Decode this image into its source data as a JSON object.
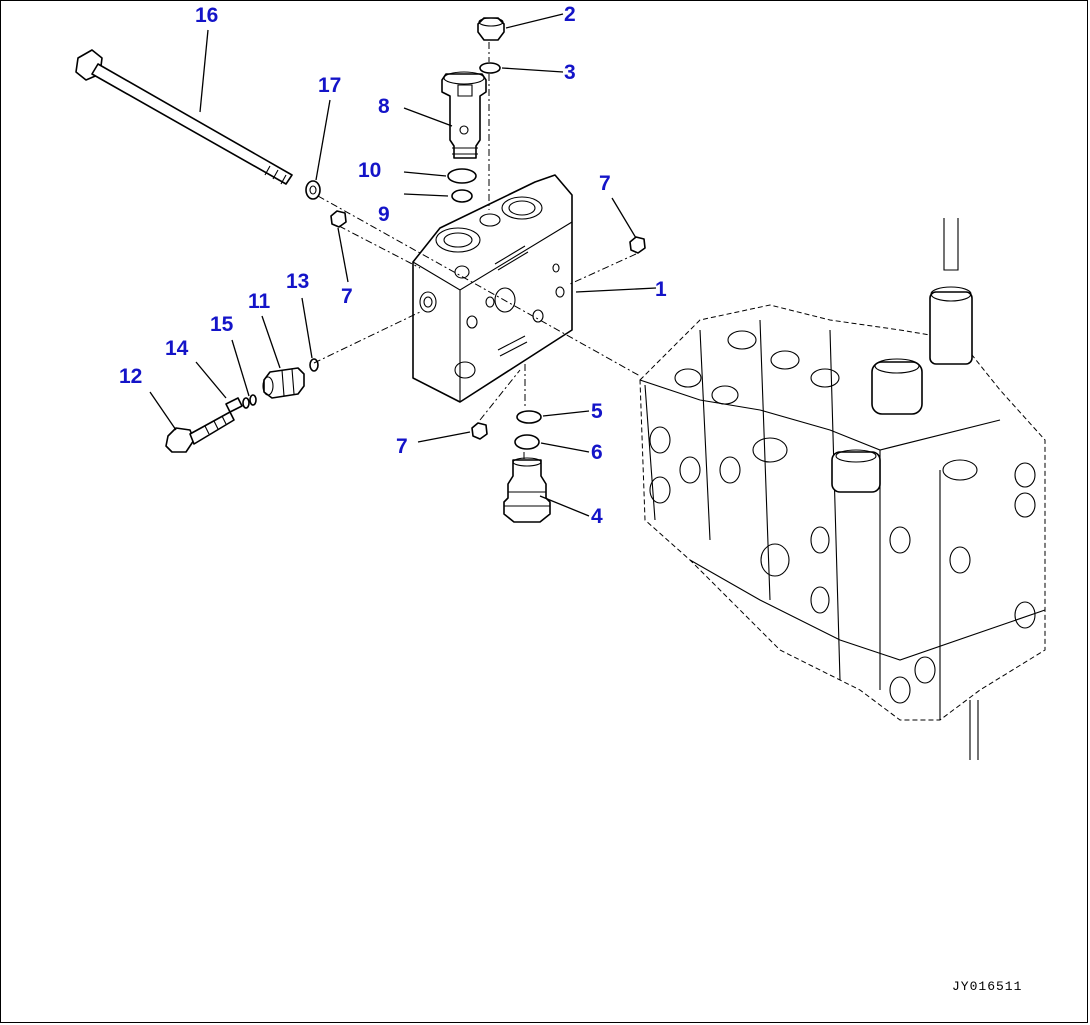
{
  "callouts": [
    {
      "id": "c1",
      "label": "1"
    },
    {
      "id": "c2",
      "label": "2"
    },
    {
      "id": "c3",
      "label": "3"
    },
    {
      "id": "c4",
      "label": "4"
    },
    {
      "id": "c5",
      "label": "5"
    },
    {
      "id": "c6",
      "label": "6"
    },
    {
      "id": "c7a",
      "label": "7"
    },
    {
      "id": "c7b",
      "label": "7"
    },
    {
      "id": "c7c",
      "label": "7"
    },
    {
      "id": "c8",
      "label": "8"
    },
    {
      "id": "c9",
      "label": "9"
    },
    {
      "id": "c10",
      "label": "10"
    },
    {
      "id": "c11",
      "label": "11"
    },
    {
      "id": "c12",
      "label": "12"
    },
    {
      "id": "c13",
      "label": "13"
    },
    {
      "id": "c14",
      "label": "14"
    },
    {
      "id": "c15",
      "label": "15"
    },
    {
      "id": "c16",
      "label": "16"
    },
    {
      "id": "c17",
      "label": "17"
    }
  ],
  "reference_code": "JY016511",
  "colors": {
    "callout": "#1414c8",
    "line": "#000000",
    "background": "#ffffff"
  }
}
